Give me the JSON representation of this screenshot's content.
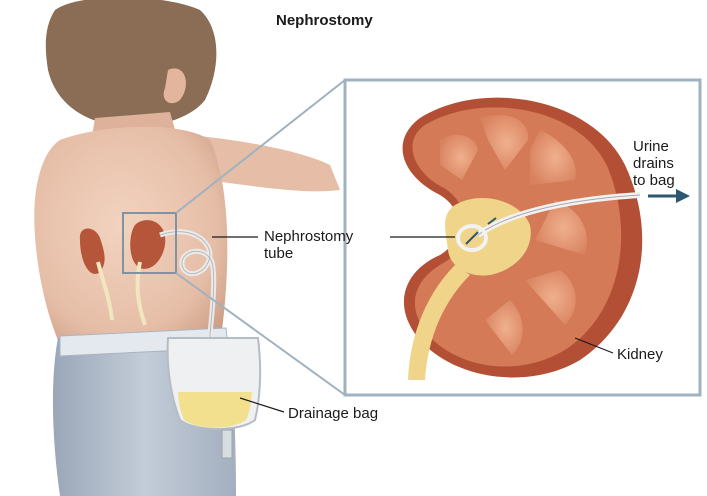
{
  "title": "Nephrostomy",
  "labels": {
    "nephrostomy_tube": [
      "Nephrostomy",
      "tube"
    ],
    "urine_drains": [
      "Urine",
      "drains",
      "to bag"
    ],
    "kidney": "Kidney",
    "drainage_bag": "Drainage bag"
  },
  "colors": {
    "skin": "#e8c3ad",
    "skin_shadow": "#c99a83",
    "hair": "#8a6a52",
    "kidney": "#b5563a",
    "kidney_outer": "#c8674a",
    "kidney_inner": "#e9a27f",
    "urine": "#f1d98a",
    "pants": "#b4c0cf",
    "frame": "#9fb2c0",
    "arrow": "#2b5770"
  }
}
